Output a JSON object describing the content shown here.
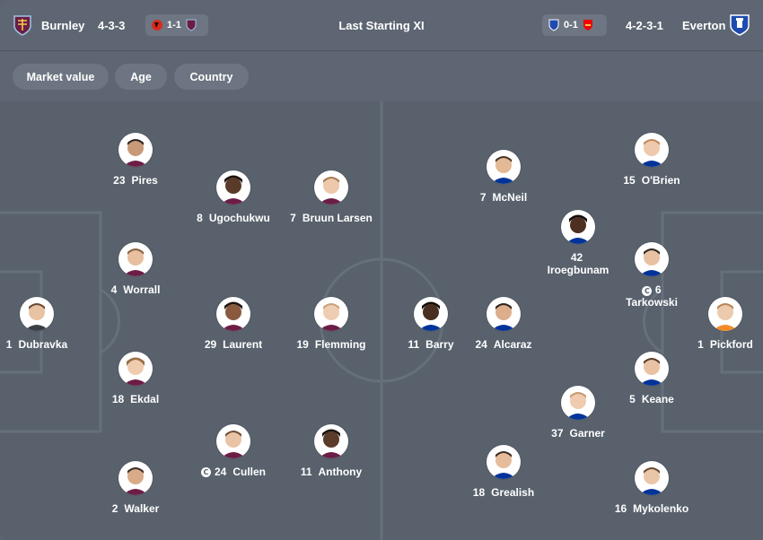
{
  "header": {
    "home": {
      "name": "Burnley",
      "formation": "4-3-3",
      "last_result": "1-1",
      "crest": "burnley-crest-icon"
    },
    "title": "Last Starting XI",
    "away": {
      "name": "Everton",
      "formation": "4-2-3-1",
      "last_result": "0-1",
      "crest": "everton-crest-icon"
    }
  },
  "filters": [
    "Market value",
    "Age",
    "Country"
  ],
  "home_players": [
    {
      "id": "dubravka",
      "number": "1",
      "name": "Dubravka"
    },
    {
      "id": "pires",
      "number": "23",
      "name": "Pires"
    },
    {
      "id": "worrall",
      "number": "4",
      "name": "Worrall"
    },
    {
      "id": "ekdal",
      "number": "18",
      "name": "Ekdal"
    },
    {
      "id": "walker",
      "number": "2",
      "name": "Walker"
    },
    {
      "id": "ugochukwu",
      "number": "8",
      "name": "Ugochukwu"
    },
    {
      "id": "laurent",
      "number": "29",
      "name": "Laurent"
    },
    {
      "id": "cullen",
      "number": "24",
      "name": "Cullen",
      "captain": true
    },
    {
      "id": "bruun-larsen",
      "number": "7",
      "name": "Bruun Larsen"
    },
    {
      "id": "flemming",
      "number": "19",
      "name": "Flemming"
    },
    {
      "id": "anthony",
      "number": "11",
      "name": "Anthony"
    }
  ],
  "away_players": [
    {
      "id": "barry",
      "number": "11",
      "name": "Barry"
    },
    {
      "id": "mcneil",
      "number": "7",
      "name": "McNeil"
    },
    {
      "id": "alcaraz",
      "number": "24",
      "name": "Alcaraz"
    },
    {
      "id": "grealish",
      "number": "18",
      "name": "Grealish"
    },
    {
      "id": "iroegbunam",
      "number": "42",
      "name": "Iroegbunam"
    },
    {
      "id": "garner",
      "number": "37",
      "name": "Garner"
    },
    {
      "id": "obrien",
      "number": "15",
      "name": "O'Brien"
    },
    {
      "id": "tarkowski",
      "number": "6",
      "name": "Tarkowski",
      "captain": true
    },
    {
      "id": "keane",
      "number": "5",
      "name": "Keane"
    },
    {
      "id": "mykolenko",
      "number": "16",
      "name": "Mykolenko"
    },
    {
      "id": "pickford",
      "number": "1",
      "name": "Pickford"
    }
  ],
  "captain_badge": "C",
  "colors": {
    "background": "#58616c",
    "header": "#5d6672",
    "chip": "#6c7581",
    "burnley": "#6c1d45",
    "everton": "#003399",
    "bournemouth": "#da291c",
    "arsenal": "#ef0107"
  }
}
